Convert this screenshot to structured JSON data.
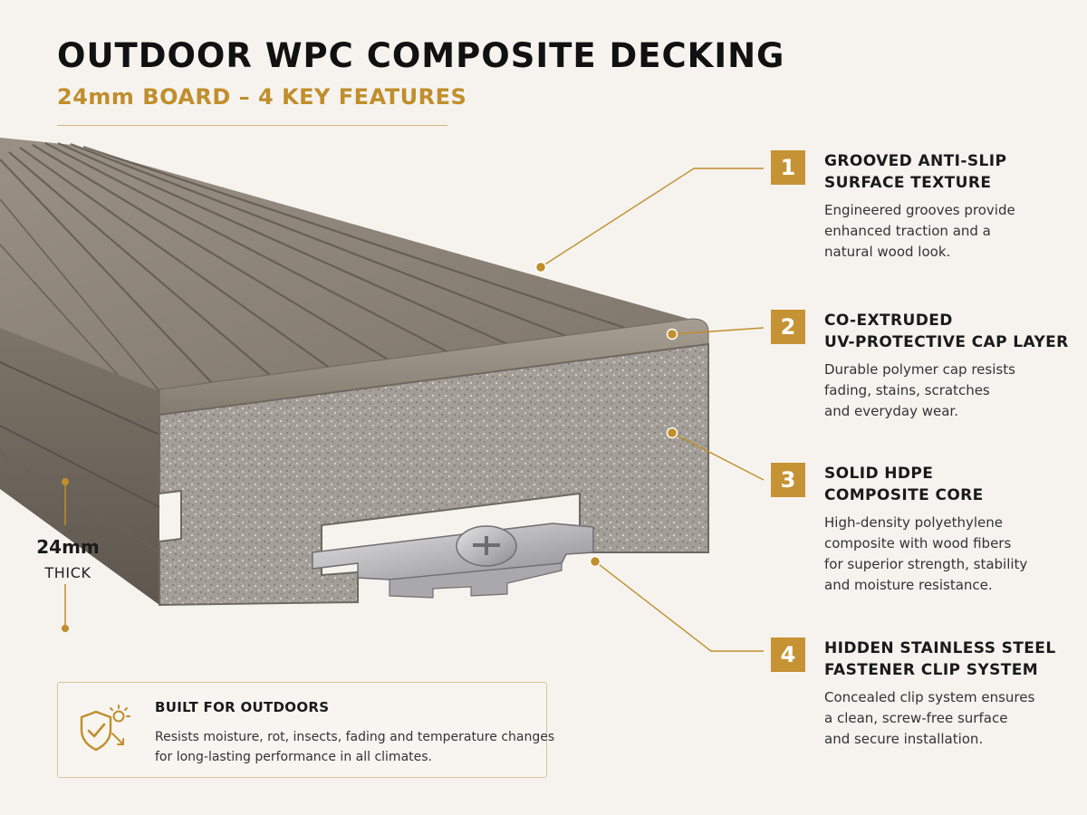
{
  "header": {
    "title": "OUTDOOR WPC COMPOSITE DECKING",
    "subtitle": "24mm BOARD – 4 KEY FEATURES"
  },
  "features": [
    {
      "number": "1",
      "title_line1": "GROOVED ANTI-SLIP",
      "title_line2": "SURFACE TEXTURE",
      "desc_lines": [
        "Engineered grooves provide",
        "enhanced traction and a",
        "natural wood look."
      ]
    },
    {
      "number": "2",
      "title_line1": "CO-EXTRUDED",
      "title_line2": "UV-PROTECTIVE CAP LAYER",
      "desc_lines": [
        "Durable polymer cap resists",
        "fading, stains, scratches",
        "and everyday wear."
      ]
    },
    {
      "number": "3",
      "title_line1": "SOLID HDPE",
      "title_line2": "COMPOSITE CORE",
      "desc_lines": [
        "High-density polyethylene",
        "composite with wood fibers",
        "for superior strength, stability",
        "and moisture resistance."
      ]
    },
    {
      "number": "4",
      "title_line1": "HIDDEN STAINLESS STEEL",
      "title_line2": "FASTENER CLIP SYSTEM",
      "desc_lines": [
        "Concealed clip system ensures",
        "a clean, screw-free surface",
        "and secure installation."
      ]
    }
  ],
  "thickness": {
    "value": "24mm",
    "label": "THICK"
  },
  "info_box": {
    "title": "BUILT FOR OUTDOORS",
    "text_lines": [
      "Resists moisture, rot, insects, fading and temperature changes",
      "for long-lasting performance in all climates."
    ],
    "icon": "shield-check-sun-icon"
  },
  "colors": {
    "accent": "#c59334",
    "background": "#f6f3ee",
    "board_surface": "#8d8377",
    "core": "#a29d96",
    "steel": "#c7c7c9"
  }
}
